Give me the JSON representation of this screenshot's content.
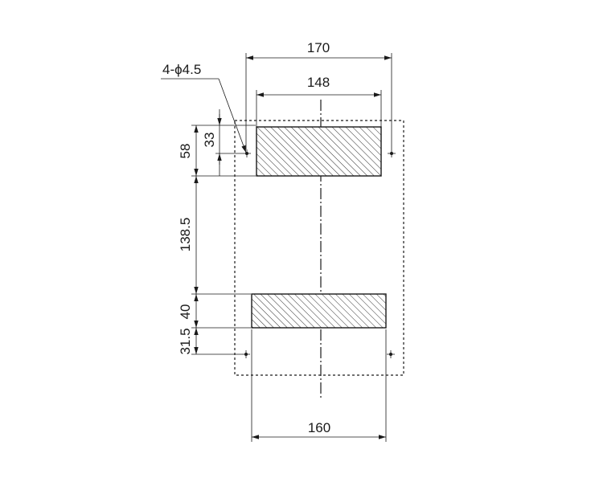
{
  "drawing": {
    "hole_callout": "4-ϕ4.5",
    "dimensions": {
      "overall_hole_pitch_top": "170",
      "top_cutout_width": "148",
      "bottom_hole_pitch": "160",
      "top_block_height": "58",
      "top_hole_offset": "33",
      "middle_gap": "138.5",
      "bottom_cutout_height": "40",
      "bottom_hole_offset": "31.5"
    },
    "colors": {
      "line": "#1a1a1a",
      "background": "#ffffff"
    }
  }
}
